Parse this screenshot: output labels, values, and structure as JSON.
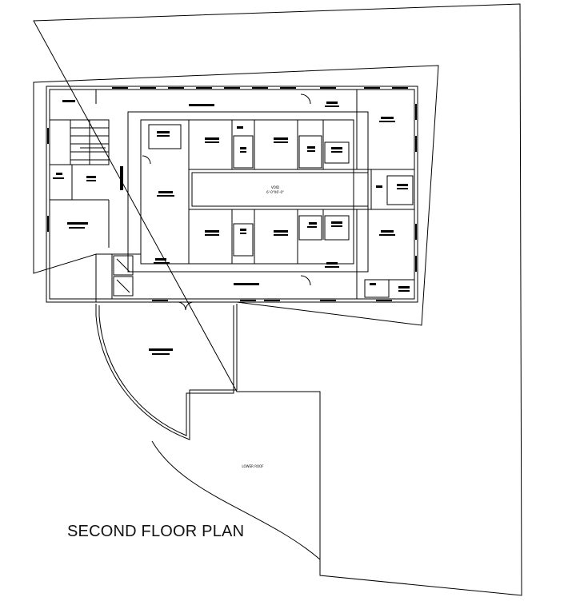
{
  "title": "SECOND FLOOR PLAN",
  "labels": {
    "void": "VOID",
    "void_dims": "6'-0\"X6'-0\"",
    "terrace": "LOWER ROOF"
  },
  "colors": {
    "line": "#000000",
    "background": "#ffffff"
  }
}
